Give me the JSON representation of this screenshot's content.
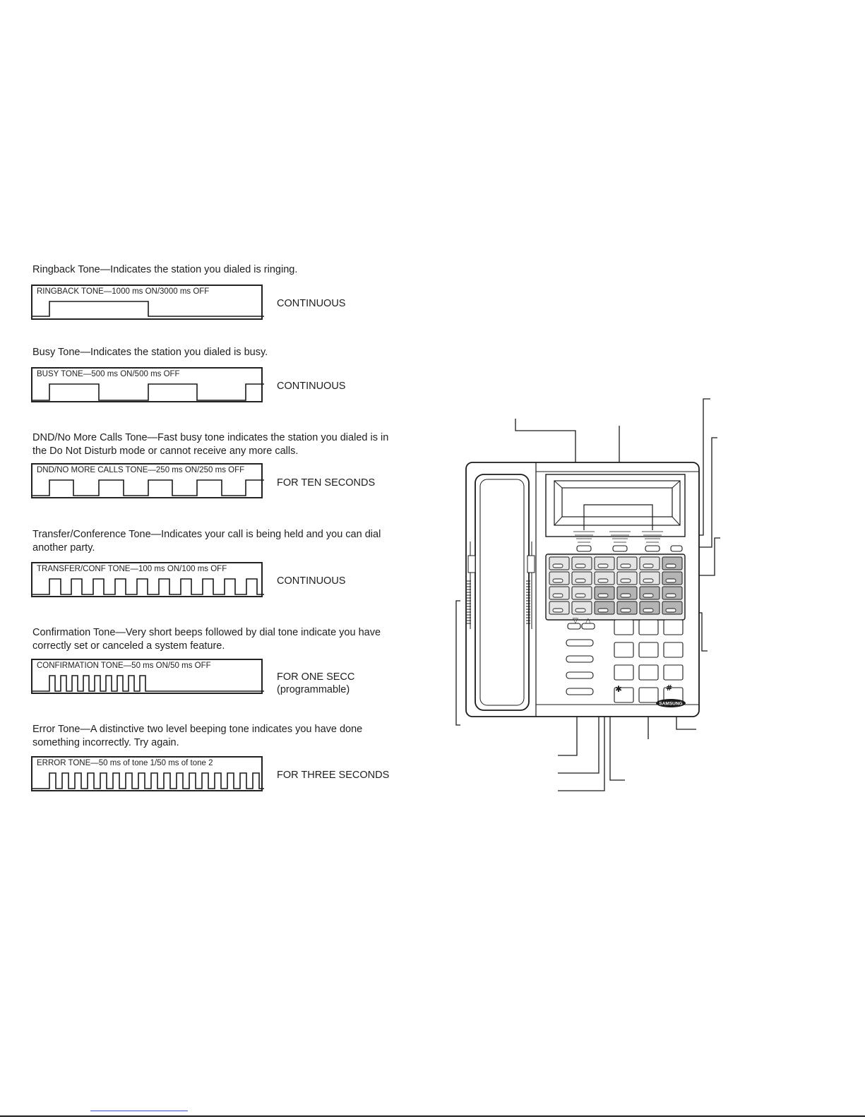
{
  "tones": [
    {
      "description": "Ringback Tone—Indicates the station you dialed is ringing.",
      "box_label": "RINGBACK TONE—1000 ms ON/3000 ms OFF",
      "duration": "CONTINUOUS",
      "pattern": "ringback"
    },
    {
      "description": "Busy Tone—Indicates the station you dialed is busy.",
      "box_label": "BUSY TONE—500 ms ON/500 ms OFF",
      "duration": "CONTINUOUS",
      "pattern": "busy"
    },
    {
      "description": "DND/No More Calls Tone—Fast busy tone indicates the station you dialed is in the Do Not Disturb mode or cannot receive any more calls.",
      "box_label": "DND/NO MORE CALLS TONE—250 ms ON/250 ms OFF",
      "duration": "FOR TEN SECONDS",
      "pattern": "dnd"
    },
    {
      "description": "Transfer/Conference Tone—Indicates your call is being held and you can dial another party.",
      "box_label": "TRANSFER/CONF TONE—100 ms ON/100 ms OFF",
      "duration": "CONTINUOUS",
      "pattern": "transfer"
    },
    {
      "description": "Confirmation Tone—Very short beeps followed by dial tone indicate you have correctly set or canceled a system feature.",
      "box_label": "CONFIRMATION TONE—50 ms ON/50 ms OFF",
      "duration": "FOR ONE SECC",
      "duration_note": "(programmable)",
      "pattern": "confirmation"
    },
    {
      "description": "Error Tone—A distinctive two level beeping tone indicates you have done something incorrectly. Try again.",
      "box_label": "ERROR TONE—50 ms of tone 1/50 ms of tone 2",
      "duration": "FOR THREE SECONDS",
      "pattern": "error"
    }
  ],
  "phone": {
    "brand_logo": "SAMSUNG",
    "keypad_star": "✱",
    "keypad_hash": "#",
    "volume_down": "▽",
    "volume_up": "△"
  },
  "colors": {
    "ink": "#1a1a1a",
    "button_light": "#e4e4e4",
    "button_dark": "#b4b4b4",
    "panel": "#ededed",
    "footer_link": "#3a52c8"
  }
}
